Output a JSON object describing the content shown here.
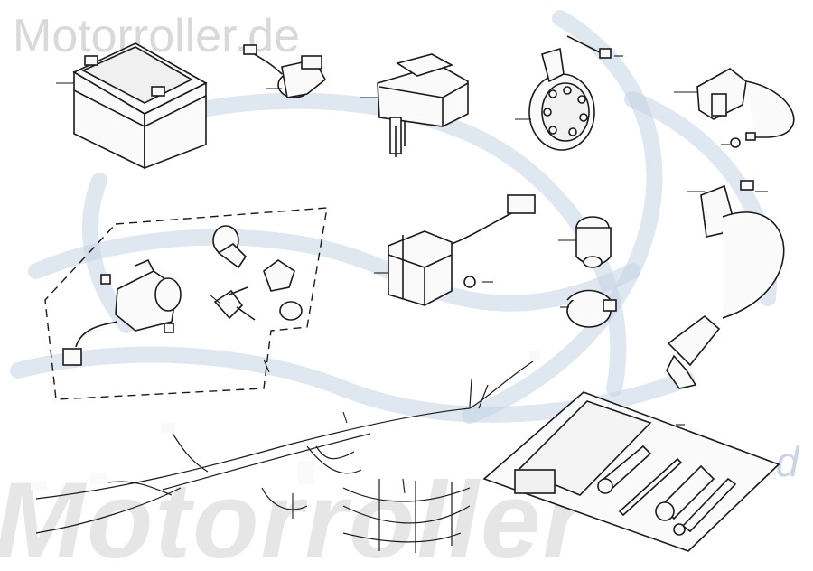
{
  "watermark": {
    "top_text": "Motorroller.de",
    "bottom_text": "Motorroller",
    "bottom_suffix": ".d",
    "color": "#d9d9d9",
    "swirl_color": "#c5d3e6"
  },
  "parts": [
    {
      "id": "battery",
      "icon": "battery-icon"
    },
    {
      "id": "starter-relay",
      "icon": "starter-relay-icon"
    },
    {
      "id": "flasher-relay",
      "icon": "relay-icon"
    },
    {
      "id": "horn",
      "icon": "horn-icon"
    },
    {
      "id": "pickup-sensor",
      "icon": "sensor-icon"
    },
    {
      "id": "ignition-switch-set",
      "icon": "ignition-switch-icon"
    },
    {
      "id": "regulator-rectifier",
      "icon": "regulator-icon"
    },
    {
      "id": "fuel-sender",
      "icon": "sender-icon"
    },
    {
      "id": "clamp",
      "icon": "clamp-icon"
    },
    {
      "id": "ignition-coil",
      "icon": "ignition-coil-icon"
    },
    {
      "id": "wiring-harness",
      "icon": "wiring-harness-icon"
    },
    {
      "id": "tool-kit",
      "icon": "tool-kit-icon"
    }
  ]
}
